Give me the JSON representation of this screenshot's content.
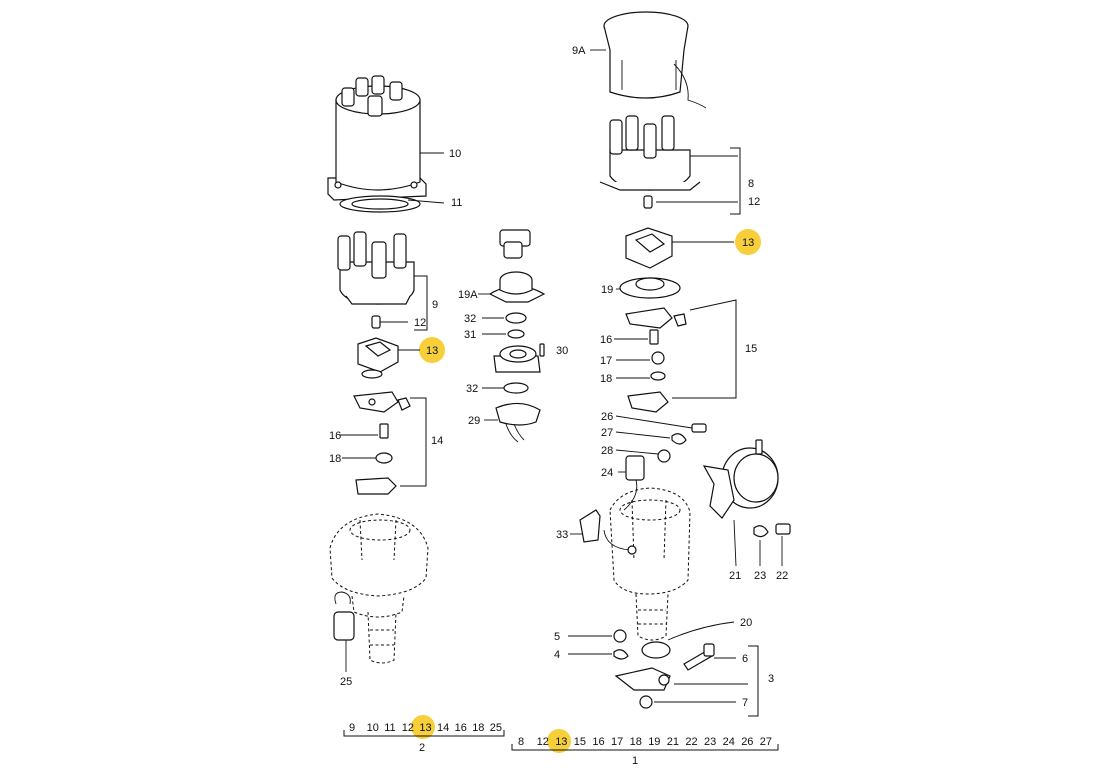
{
  "colors": {
    "highlight": "#f6cf3a",
    "ink": "#111111"
  },
  "callouts": {
    "c9A": "9A",
    "c10": "10",
    "c11": "11",
    "c8": "8",
    "c12r": "12",
    "c13r": "13",
    "c9": "9",
    "c12l": "12",
    "c13l": "13",
    "c19A": "19A",
    "c32a": "32",
    "c31": "31",
    "c30": "30",
    "c32b": "32",
    "c29": "29",
    "c19": "19",
    "c15": "15",
    "c16r": "16",
    "c17": "17",
    "c18r": "18",
    "c26": "26",
    "c27": "27",
    "c28": "28",
    "c24": "24",
    "c14": "14",
    "c16l": "16",
    "c18l": "18",
    "c33": "33",
    "c21": "21",
    "c23": "23",
    "c22": "22",
    "c20": "20",
    "c5": "5",
    "c4": "4",
    "c6": "6",
    "c3": "3",
    "c7": "7",
    "c25": "25"
  },
  "legend_left": {
    "numbers": [
      "9",
      "10",
      "11",
      "12",
      "13",
      "14",
      "16",
      "18",
      "25"
    ],
    "group": "2"
  },
  "legend_right": {
    "numbers": [
      "8",
      "12",
      "13",
      "15",
      "16",
      "17",
      "18",
      "19",
      "21",
      "22",
      "23",
      "24",
      "26",
      "27"
    ],
    "group": "1"
  }
}
